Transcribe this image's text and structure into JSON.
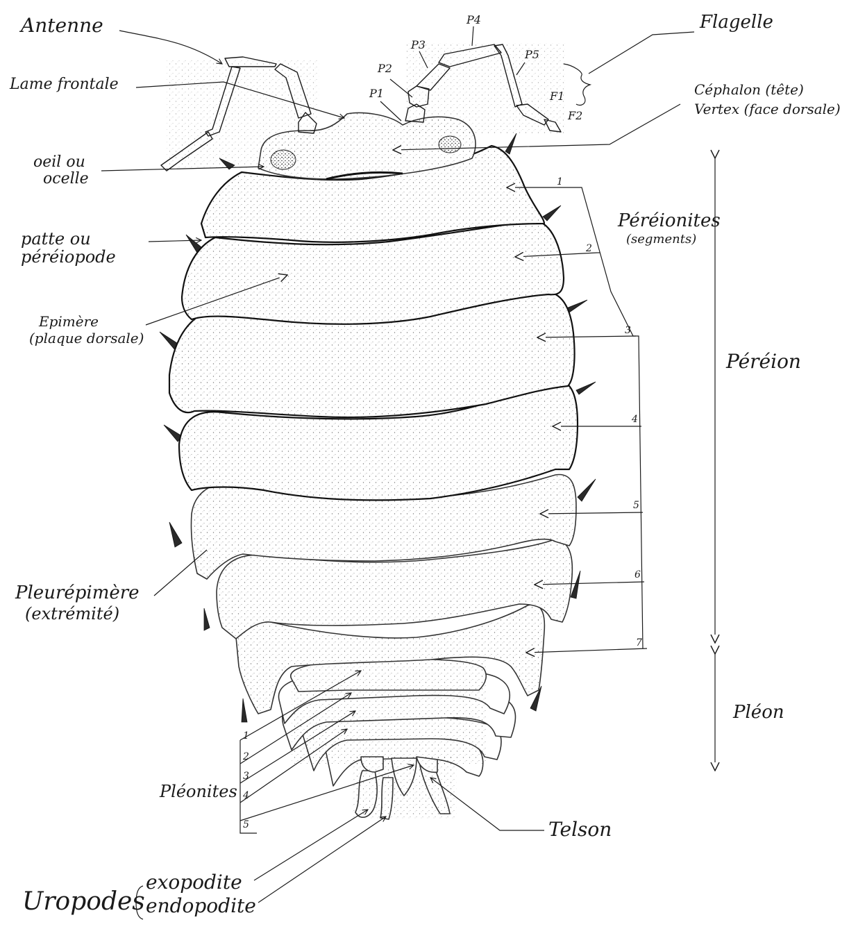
{
  "labels": {
    "antenne": "Antenne",
    "lame_frontale": "Lame frontale",
    "oeil_line1": "oeil ou",
    "oeil_line2": "ocelle",
    "patte_line1": "patte ou",
    "patte_line2": "péréiopode",
    "epimere_line1": "Epimère",
    "epimere_line2": "(plaque dorsale)",
    "pleurepimere_line1": "Pleurépimère",
    "pleurepimere_line2": "(extrémité)",
    "pleonites": "Pléonites",
    "uropodes": "Uropodes",
    "exopodite": "exopodite",
    "endopodite": "endopodite",
    "telson": "Telson",
    "flagelle": "Flagelle",
    "cephalon_line1": "Céphalon (tête)",
    "cephalon_line2": "Vertex (face dorsale)",
    "pereionites_line1": "Péréionites",
    "pereionites_line2": "(segments)",
    "pereion": "Péréion",
    "pleon": "Pléon"
  },
  "antenna_segments": [
    "P1",
    "P2",
    "P3",
    "P4",
    "P5",
    "F1",
    "F2"
  ],
  "pereionite_numbers": [
    "1",
    "2",
    "3",
    "4",
    "5",
    "6",
    "7"
  ],
  "pleonite_numbers": [
    "1",
    "2",
    "3",
    "4",
    "5"
  ]
}
